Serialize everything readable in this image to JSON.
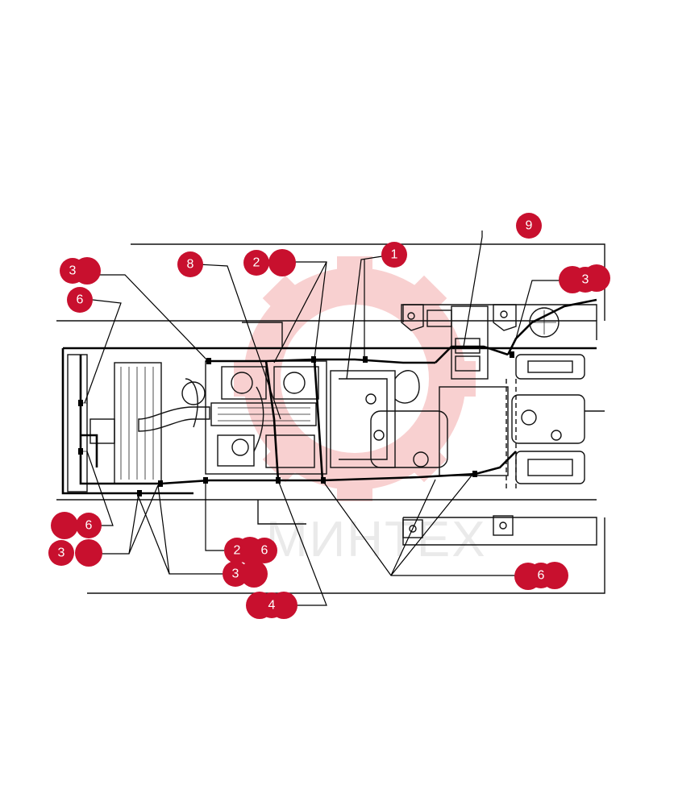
{
  "diagram": {
    "watermark": {
      "text": "МИНТЕХ",
      "icon": "gear-logo-icon",
      "color": "#e85a5a"
    },
    "callout_color": "#c8102e",
    "callouts": [
      {
        "id": "c-9",
        "label": "9"
      },
      {
        "id": "c-1",
        "label": "1"
      },
      {
        "id": "c-8",
        "label": "8"
      },
      {
        "id": "c-2-top",
        "label": "2"
      },
      {
        "id": "c-3-topleft",
        "label": "3"
      },
      {
        "id": "c-3-topright",
        "label": "3"
      },
      {
        "id": "c-6-left",
        "label": "6"
      },
      {
        "id": "c-6-lowleft",
        "label": "6"
      },
      {
        "id": "c-3-lowleft",
        "label": "3"
      },
      {
        "id": "c-2-bottom",
        "label": "2"
      },
      {
        "id": "c-6-bottom",
        "label": "6"
      },
      {
        "id": "c-3-bottom",
        "label": "3"
      },
      {
        "id": "c-4-bottom",
        "label": "4"
      },
      {
        "id": "c-6-right",
        "label": "6"
      }
    ]
  }
}
